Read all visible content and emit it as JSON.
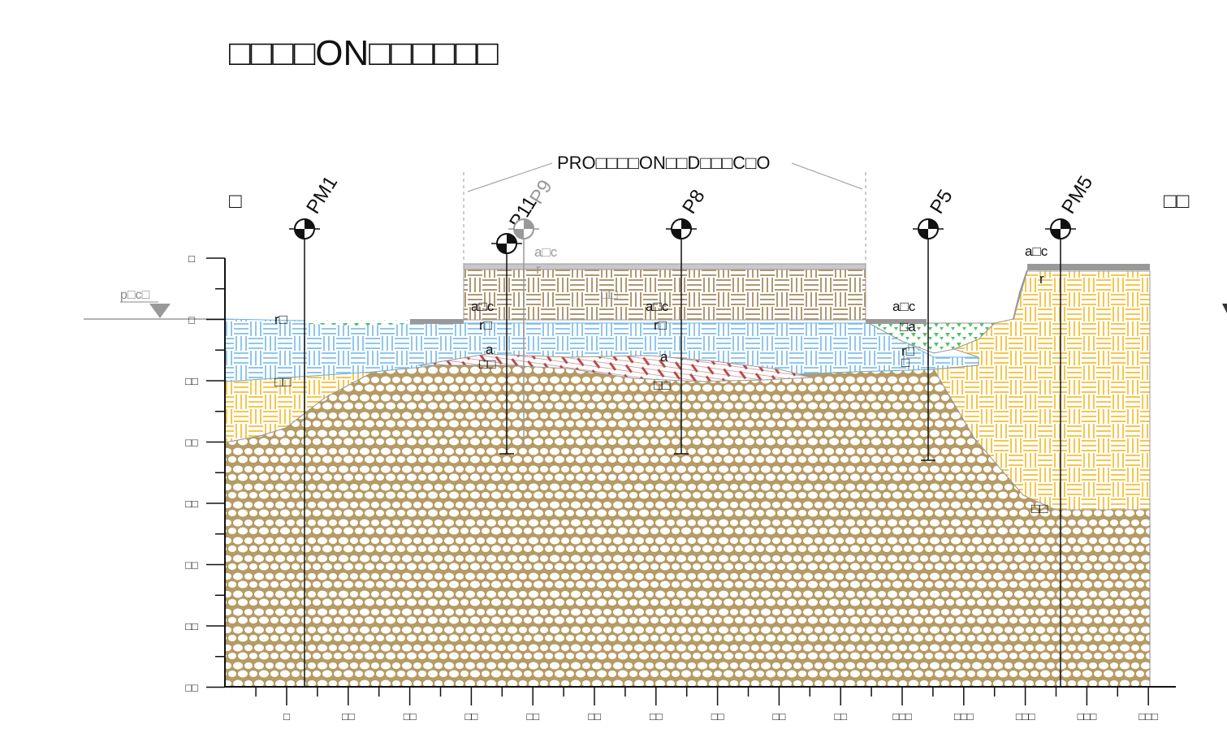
{
  "title": "□□□□ON□□□□□□",
  "side_left": "□",
  "side_right": "□□",
  "project_label": "PRO□□□□ON□□D□□□C□O",
  "water_table_label": "p□c□",
  "y_axis_labels": [
    "□",
    "□",
    "□□",
    "□□",
    "□□",
    "□□",
    "□□",
    "□□"
  ],
  "x_axis_labels": [
    "□",
    "□□",
    "□□",
    "□□",
    "□□",
    "□□",
    "□□",
    "□□",
    "□□",
    "□□",
    "□□□",
    "□□□",
    "□□□",
    "□□□",
    "□□□"
  ],
  "boreholes": [
    {
      "name": "PM1",
      "labels": [
        "r□",
        "□□"
      ]
    },
    {
      "name": "P11",
      "labels": [
        "a□c",
        "r□",
        "a",
        "□□"
      ]
    },
    {
      "name": "P9",
      "labels": [
        "a□c",
        "r"
      ]
    },
    {
      "name": "P8",
      "labels": [
        "a□c",
        "r□",
        "a",
        "□□"
      ]
    },
    {
      "name": "P5",
      "labels": [
        "a□c",
        "□a",
        "r□",
        "□"
      ]
    },
    {
      "name": "PM5",
      "labels": [
        "a□c",
        "r",
        "□□"
      ]
    }
  ],
  "fill_label": "□□",
  "colors": {
    "gravel": "#b59b64",
    "sand": "#f7c64a",
    "clay": "#8ec7ee",
    "fill": "#c7ae80",
    "organic": "#b34a4a",
    "green": "#55c06a",
    "pavement": "#999999",
    "grid": "#111111"
  }
}
